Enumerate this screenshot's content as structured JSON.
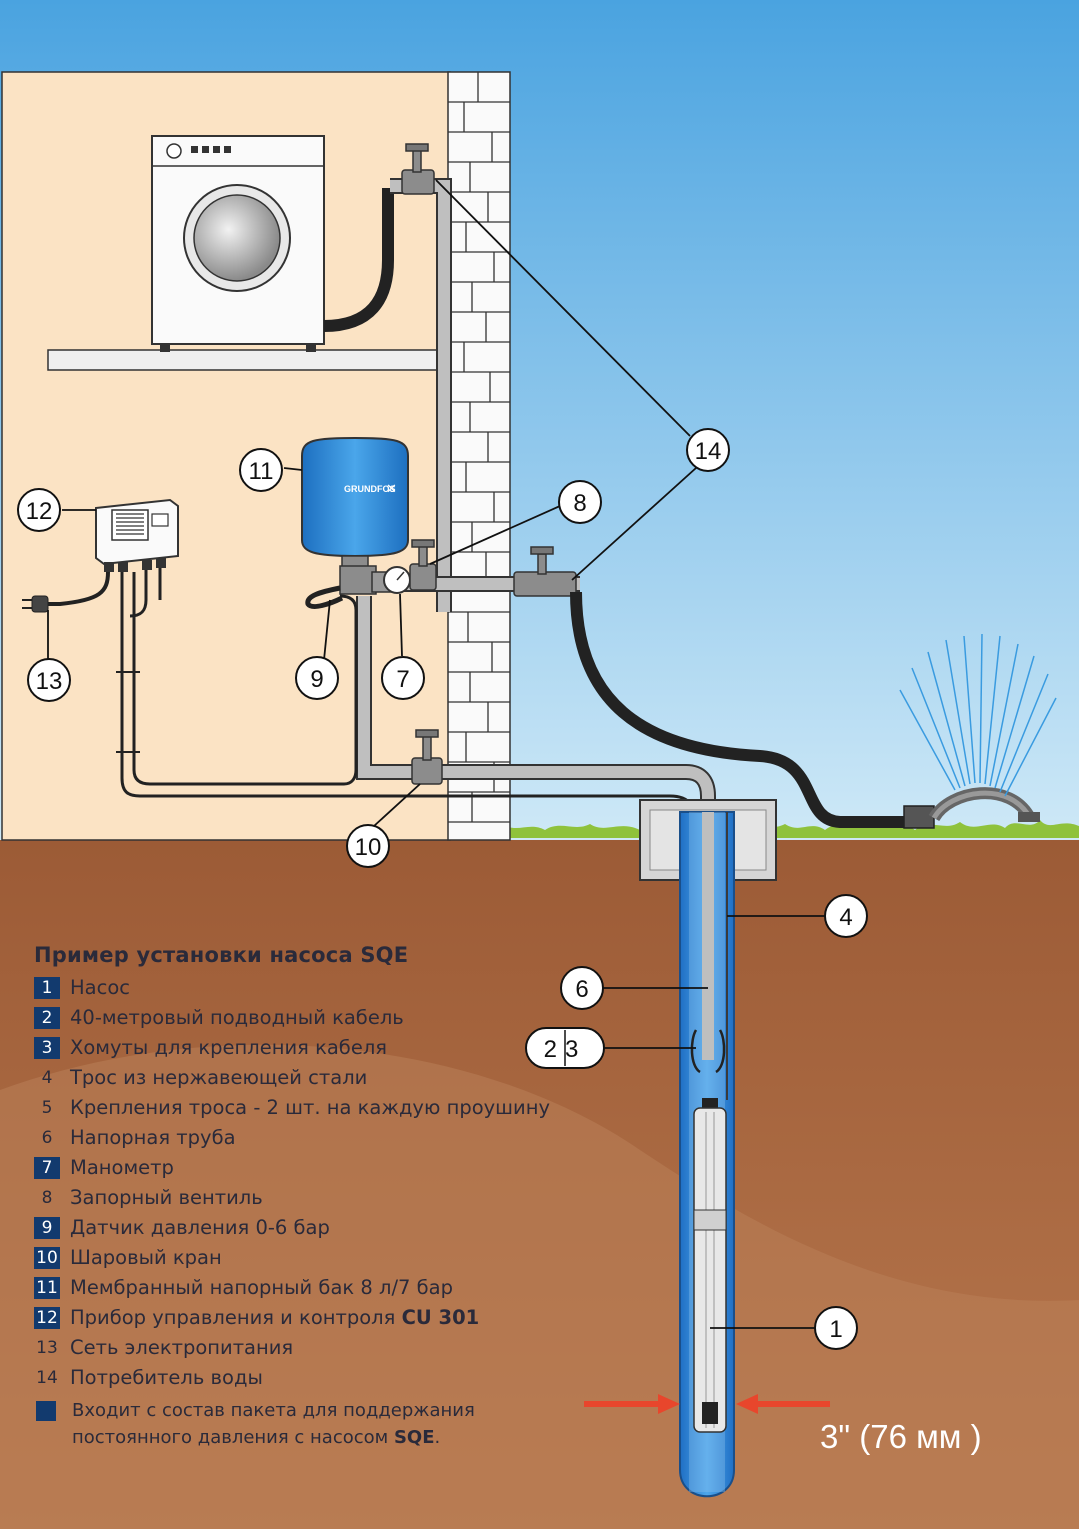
{
  "callouts": {
    "c1": "1",
    "c4": "4",
    "c6": "6",
    "c23": "23",
    "c7": "7",
    "c8": "8",
    "c9": "9",
    "c10": "10",
    "c11": "11",
    "c12": "12",
    "c13": "13",
    "c14": "14"
  },
  "tank_brand": "GRUNDFOS",
  "well_size": "3\" (76 мм )",
  "legend": {
    "title": "Пример установки насоса SQE",
    "items": [
      {
        "num": "1",
        "boxed": true,
        "text": "Насос"
      },
      {
        "num": "2",
        "boxed": true,
        "text": "40-метровый подводный кабель"
      },
      {
        "num": "3",
        "boxed": true,
        "text": "Хомуты для крепления кабеля"
      },
      {
        "num": "4",
        "boxed": false,
        "text": "Трос из нержавеющей стали"
      },
      {
        "num": "5",
        "boxed": false,
        "text": "Крепления троса - 2 шт. на каждую проушину"
      },
      {
        "num": "6",
        "boxed": false,
        "text": "Напорная труба"
      },
      {
        "num": "7",
        "boxed": true,
        "text": "Манометр"
      },
      {
        "num": "8",
        "boxed": false,
        "text": "Запорный вентиль"
      },
      {
        "num": "9",
        "boxed": true,
        "text": "Датчик давления 0-6 бар"
      },
      {
        "num": "10",
        "boxed": true,
        "text": "Шаровый кран"
      },
      {
        "num": "11",
        "boxed": true,
        "text": "Мембранный напорный бак 8 л/7 бар"
      },
      {
        "num": "12",
        "boxed": true,
        "text": "Прибор управления и контроля ",
        "bold": "CU 301"
      },
      {
        "num": "13",
        "boxed": false,
        "text": "Сеть электропитания"
      },
      {
        "num": "14",
        "boxed": false,
        "text": "Потребитель воды"
      }
    ],
    "note": {
      "text": "Входит с состав пакета для поддержания постоянного давления с насосом ",
      "bold": "SQE",
      "tail": "."
    }
  },
  "colors": {
    "sky_top": "#4aa3e0",
    "sky_bottom": "#cfe9f7",
    "interior": "#fbe3c4",
    "soil": "#a8663e",
    "well_water": "#2e7fd1",
    "legend_box": "#123a6e",
    "arrow": "#e8462c"
  }
}
